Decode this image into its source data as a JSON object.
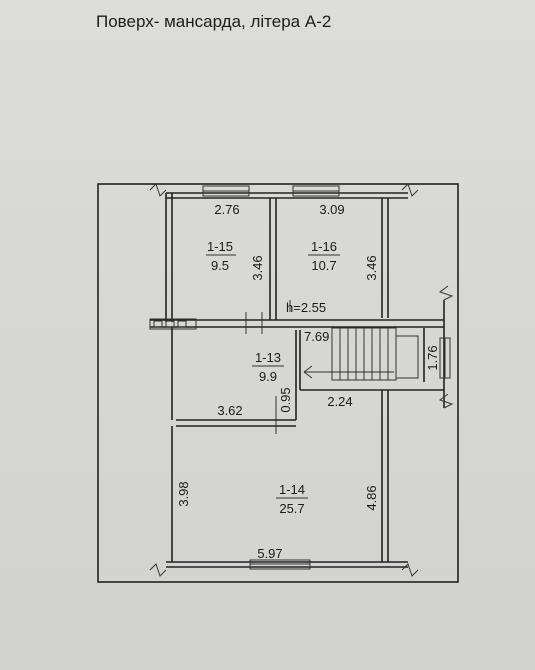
{
  "plan": {
    "title": "Поверх- мансарда,  літера А-2",
    "rooms": [
      {
        "id": "room-1-15",
        "number": "1-15",
        "area": "9.5"
      },
      {
        "id": "room-1-16",
        "number": "1-16",
        "area": "10.7"
      },
      {
        "id": "room-1-13",
        "number": "1-13",
        "area": "9.9"
      },
      {
        "id": "room-1-14",
        "number": "1-14",
        "area": "25.7"
      }
    ],
    "dimensions": {
      "d_2_76": "2.76",
      "d_3_09": "3.09",
      "d_3_46_a": "3.46",
      "d_3_46_b": "3.46",
      "d_h": "h=2.55",
      "d_7_69": "7.69",
      "d_1_76": "1.76",
      "d_3_62": "3.62",
      "d_0_95": "0.95",
      "d_2_24": "2.24",
      "d_3_98": "3.98",
      "d_4_86": "4.86",
      "d_5_97": "5.97"
    }
  }
}
